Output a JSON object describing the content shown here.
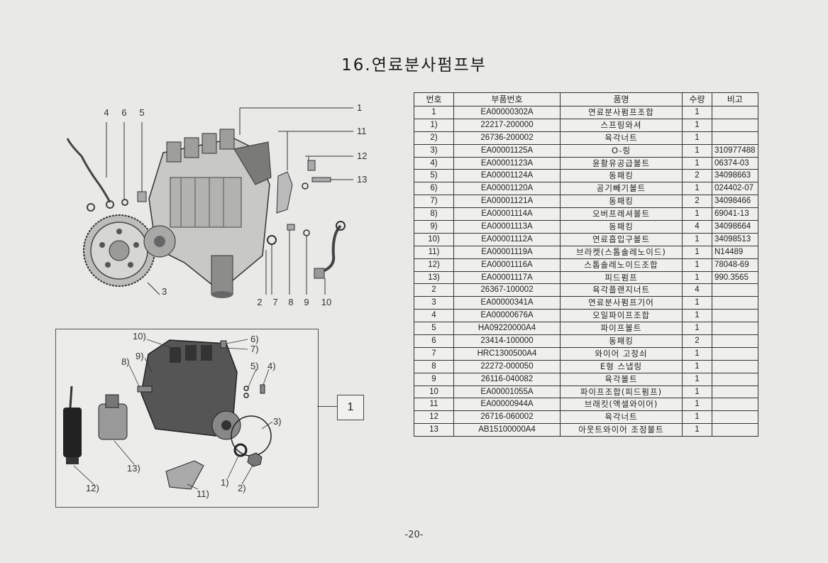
{
  "title": "16.연료분사펌프부",
  "footer": "-20-",
  "table": {
    "headers": [
      "번호",
      "부품번호",
      "품명",
      "수량",
      "비고"
    ],
    "rows": [
      {
        "no": "1",
        "part": "EA00000302A",
        "name": "연료분사펌프조합",
        "qty": "1",
        "remark": ""
      },
      {
        "no": "1)",
        "part": "22217-200000",
        "name": "스프링와셔",
        "qty": "1",
        "remark": ""
      },
      {
        "no": "2)",
        "part": "26736-200002",
        "name": "육각너트",
        "qty": "1",
        "remark": ""
      },
      {
        "no": "3)",
        "part": "EA00001125A",
        "name": "O-링",
        "qty": "1",
        "remark": "310977488"
      },
      {
        "no": "4)",
        "part": "EA00001123A",
        "name": "윤활유공급볼트",
        "qty": "1",
        "remark": "06374-03"
      },
      {
        "no": "5)",
        "part": "EA00001124A",
        "name": "동패킹",
        "qty": "2",
        "remark": "34098663"
      },
      {
        "no": "6)",
        "part": "EA00001120A",
        "name": "공기빼기볼트",
        "qty": "1",
        "remark": "024402-07"
      },
      {
        "no": "7)",
        "part": "EA00001121A",
        "name": "동패킹",
        "qty": "2",
        "remark": "34098466"
      },
      {
        "no": "8)",
        "part": "EA00001114A",
        "name": "오버프레셔볼트",
        "qty": "1",
        "remark": "69041-13"
      },
      {
        "no": "9)",
        "part": "EA00001113A",
        "name": "동패킹",
        "qty": "4",
        "remark": "34098664"
      },
      {
        "no": "10)",
        "part": "EA00001112A",
        "name": "연료흡입구볼트",
        "qty": "1",
        "remark": "34098513"
      },
      {
        "no": "11)",
        "part": "EA00001119A",
        "name": "브라켓(스톱솔레노이드)",
        "qty": "1",
        "remark": "N14489"
      },
      {
        "no": "12)",
        "part": "EA00001116A",
        "name": "스톱솔레노이드조합",
        "qty": "1",
        "remark": "78048-69"
      },
      {
        "no": "13)",
        "part": "EA00001117A",
        "name": "피드펌프",
        "qty": "1",
        "remark": "990.3565"
      },
      {
        "no": "2",
        "part": "26367-100002",
        "name": "육각플랜지너트",
        "qty": "4",
        "remark": ""
      },
      {
        "no": "3",
        "part": "EA00000341A",
        "name": "연료분사펌프기어",
        "qty": "1",
        "remark": ""
      },
      {
        "no": "4",
        "part": "EA00000676A",
        "name": "오일파이프조합",
        "qty": "1",
        "remark": ""
      },
      {
        "no": "5",
        "part": "HA09220000A4",
        "name": "파이프볼트",
        "qty": "1",
        "remark": ""
      },
      {
        "no": "6",
        "part": "23414-100000",
        "name": "동패킹",
        "qty": "2",
        "remark": ""
      },
      {
        "no": "7",
        "part": "HRC1300500A4",
        "name": "와이어 고정쇠",
        "qty": "1",
        "remark": ""
      },
      {
        "no": "8",
        "part": "22272-000050",
        "name": "E형 스냅링",
        "qty": "1",
        "remark": ""
      },
      {
        "no": "9",
        "part": "26116-040082",
        "name": "육각볼트",
        "qty": "1",
        "remark": ""
      },
      {
        "no": "10",
        "part": "EA00001055A",
        "name": "파이프조합(피드펌프)",
        "qty": "1",
        "remark": ""
      },
      {
        "no": "11",
        "part": "EA00000944A",
        "name": "브래킷(액셀와이어)",
        "qty": "1",
        "remark": ""
      },
      {
        "no": "12",
        "part": "26716-060002",
        "name": "육각너트",
        "qty": "1",
        "remark": ""
      },
      {
        "no": "13",
        "part": "AB15100000A4",
        "name": "아웃트와이어 조정볼트",
        "qty": "1",
        "remark": ""
      }
    ]
  },
  "diagram_top": {
    "callouts_top": [
      "4",
      "6",
      "5"
    ],
    "callouts_right": [
      "1",
      "11",
      "12",
      "13"
    ],
    "callouts_bottom": [
      "2",
      "7",
      "8",
      "9",
      "10"
    ],
    "callout_left": "3"
  },
  "diagram_box": {
    "callouts": [
      "10)",
      "9)",
      "8)",
      "6)",
      "7)",
      "5)",
      "4)",
      "3)",
      "13)",
      "12)",
      "11)",
      "1)",
      "2)"
    ],
    "ref_label": "1"
  }
}
